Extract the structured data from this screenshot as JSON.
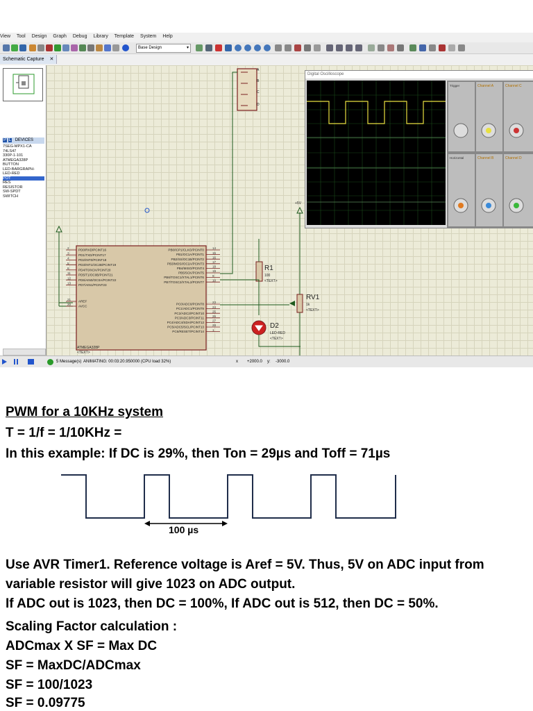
{
  "app": {
    "menu": [
      "View",
      "Tool",
      "Design",
      "Graph",
      "Debug",
      "Library",
      "Template",
      "System",
      "Help"
    ],
    "design_select": "Base Design",
    "tab_label": "Schematic Capture",
    "devices_header": "DEVICES",
    "devices": [
      "7SEG-MPX1-CA",
      "74LS47",
      "330P-1-101",
      "ATMEGA328P",
      "BUTTON",
      "LED-BARGRAPH-",
      "LED-RED",
      "POT",
      "RES",
      "RESISTOR",
      "SW-SPDT",
      "SWITCH"
    ],
    "selected_device": "POT",
    "status_messages": "5 Message(s)",
    "status_animating": "ANIMATING: 00:03:20.950000 (CPU load 32%)",
    "status_x_label": "x",
    "status_x": "+2000.0",
    "status_y_label": "y:",
    "status_y": "-3000.0"
  },
  "schematic": {
    "mcu_name": "ATMEGA328P",
    "mcu_text": "<TEXT>",
    "left_pins": [
      {
        "num": "2",
        "name": "PD0/RXD/PCINT16"
      },
      {
        "num": "3",
        "name": "PD1/TXD/PCINT17"
      },
      {
        "num": "4",
        "name": "PD2/INT0/PCINT18"
      },
      {
        "num": "5",
        "name": "PD3/INT1/OC2B/PCINT19"
      },
      {
        "num": "6",
        "name": "PD4/T0/XCK/PCINT20"
      },
      {
        "num": "11",
        "name": "PD5/T1/OC0B/PCINT21"
      },
      {
        "num": "12",
        "name": "PD6/AIN0/OC0A/PCINT22"
      },
      {
        "num": "13",
        "name": "PD7/AIN1/PCINT23"
      },
      {
        "num": "21",
        "name": "AREF"
      },
      {
        "num": "20",
        "name": "AVCC"
      }
    ],
    "right_pins": [
      {
        "num": "14",
        "name": "PB0/ICP1/CLKO/PCINT0"
      },
      {
        "num": "15",
        "name": "PB1/OC1A/PCINT1"
      },
      {
        "num": "16",
        "name": "PB2/SS/OC1B/PCINT2"
      },
      {
        "num": "17",
        "name": "PB3/MOSI/OC2A/PCINT3"
      },
      {
        "num": "18",
        "name": "PB4/MISO/PCINT4"
      },
      {
        "num": "19",
        "name": "PB5/SCK/PCINT5"
      },
      {
        "num": "9",
        "name": "PB6/TOSC1/XTAL1/PCINT6"
      },
      {
        "num": "10",
        "name": "PB7/TOSC2/XTAL2/PCINT7"
      },
      {
        "num": "23",
        "name": "PC0/ADC0/PCINT8"
      },
      {
        "num": "24",
        "name": "PC1/ADC1/PCINT9"
      },
      {
        "num": "25",
        "name": "PC2/ADC2/PCINT10"
      },
      {
        "num": "26",
        "name": "PC3/ADC3/PCINT11"
      },
      {
        "num": "27",
        "name": "PC4/ADC4/SDA/PCINT12"
      },
      {
        "num": "28",
        "name": "PC5/ADC5/SCL/PCINT13"
      },
      {
        "num": "1",
        "name": "PC6/RESET/PCINT14"
      }
    ],
    "r1_ref": "R1",
    "r1_value": "100",
    "r1_text": "<TEXT>",
    "rv1_ref": "RV1",
    "rv1_value": "1k",
    "rv1_text": "<TEXT>",
    "d2_ref": "D2",
    "d2_value": "LED-RED",
    "d2_text": "<TEXT>",
    "probe_labels": [
      "A",
      "B",
      "C",
      "D"
    ],
    "supply_label": "+5V"
  },
  "oscilloscope": {
    "title": "Digital Oscilloscope",
    "channel_a": "Channel A",
    "channel_b": "Channel B",
    "channel_c": "Channel C",
    "channel_d": "Channel D",
    "trigger": "Trigger",
    "horizontal": "Horizontal"
  },
  "doc": {
    "heading": "PWM for a 10KHz system",
    "line_period": "T = 1/f = 1/10KHz =",
    "line_example": "In this example: If DC is 29%, then Ton = 29µs and Toff = 71µs",
    "period_label": "100 µs",
    "para1": "Use AVR Timer1. Reference voltage is Aref = 5V. Thus, 5V on ADC input from",
    "para2": "variable resistor will give 1023 on ADC output.",
    "para3": "If ADC out is 1023, then DC = 100%, If ADC out is 512, then DC = 50%.",
    "sf_heading": "Scaling Factor calculation :",
    "sf1": "ADCmax X SF = Max DC",
    "sf2": "SF = MaxDC/ADCmax",
    "sf3": "SF = 100/1023",
    "sf4": "SF = 0.09775"
  }
}
